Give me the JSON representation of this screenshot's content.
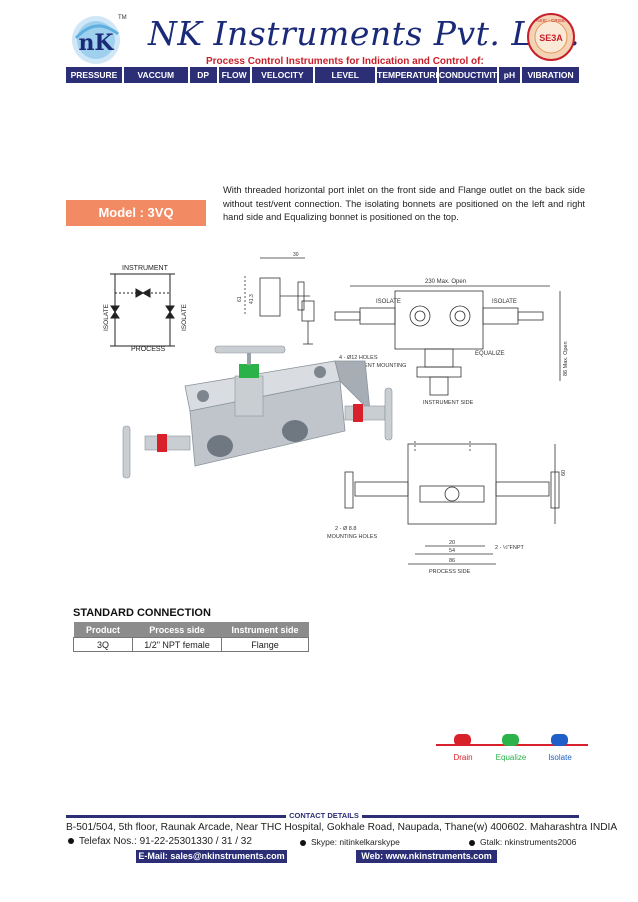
{
  "header": {
    "brand": "NK Instruments Pvt. Ltd.",
    "logo_text": "nK",
    "trademark": "TM",
    "tagline": "Process Control Instruments for Indication and Control of:",
    "seal_text": "SE3A",
    "seal_caption": "NSIC - CRISIL",
    "nav": [
      "PRESSURE",
      "VACCUM",
      "DP",
      "FLOW",
      "VELOCITY",
      "LEVEL",
      "TEMPERATURE",
      "CONDUCTIVITY",
      "pH",
      "VIBRATION"
    ]
  },
  "model": {
    "label": "Model : 3VQ",
    "description": "With threaded horizontal port inlet on the front side and Flange outlet on the back side without test/vent connection. The isolating bonnets are positioned on the left and right hand side and Equalizing bonnet is positioned on the top."
  },
  "diagram": {
    "schematic": {
      "instrument": "INSTRUMENT",
      "process": "PROCESS",
      "isolate_left": "ISOLATE",
      "isolate_right": "ISOLATE"
    },
    "front": {
      "max_open": "230 Max. Open",
      "isolate_left": "ISOLATE",
      "isolate_right": "ISOLATE",
      "equalize": "EQUALIZE",
      "holes": "4 - Ø12 HOLES",
      "mounting": "INSTRUMENT MOUNTING",
      "instrument_side": "INSTRUMENT SIDE",
      "height": "86 Max. Open",
      "top_dim": "30"
    },
    "bottom": {
      "holes": "2 - Ø 8.8",
      "mounting": "MOUNTING HOLES",
      "dim_20": "20",
      "dim_54": "54",
      "dim_86": "86",
      "npt": "2 - ½\"FNPT",
      "process_side": "PROCESS SIDE",
      "dim_60": "60"
    },
    "side": {
      "dim_41": "41.3",
      "dim_61": "61"
    }
  },
  "standard_connection": {
    "title": "STANDARD CONNECTION",
    "headers": [
      "Product",
      "Process side",
      "Instrument side"
    ],
    "rows": [
      [
        "3Q",
        "1/2\" NPT female",
        "Flange"
      ]
    ]
  },
  "legend": {
    "items": [
      {
        "label": "Drain",
        "color": "#d9212b"
      },
      {
        "label": "Equalize",
        "color": "#2bb34a"
      },
      {
        "label": "Isolate",
        "color": "#1f5fc7"
      }
    ]
  },
  "footer": {
    "contact_label": "CONTACT DETAILS",
    "address": "B-501/504, 5th floor, Raunak Arcade, Near THC Hospital, Gokhale Road, Naupada, Thane(w) 400602. Maharashtra INDIA",
    "telefax": "Telefax Nos.: 91-22-25301330 / 31 / 32",
    "skype": "Skype: nitinkelkarskype",
    "gtalk": "Gtalk: nkinstruments2006",
    "email": "E-Mail: sales@nkinstruments.com",
    "web": "Web: www.nkinstruments.com"
  },
  "colors": {
    "navy": "#2c2f76",
    "red": "#c8202a",
    "model_bg": "#f28a63"
  }
}
